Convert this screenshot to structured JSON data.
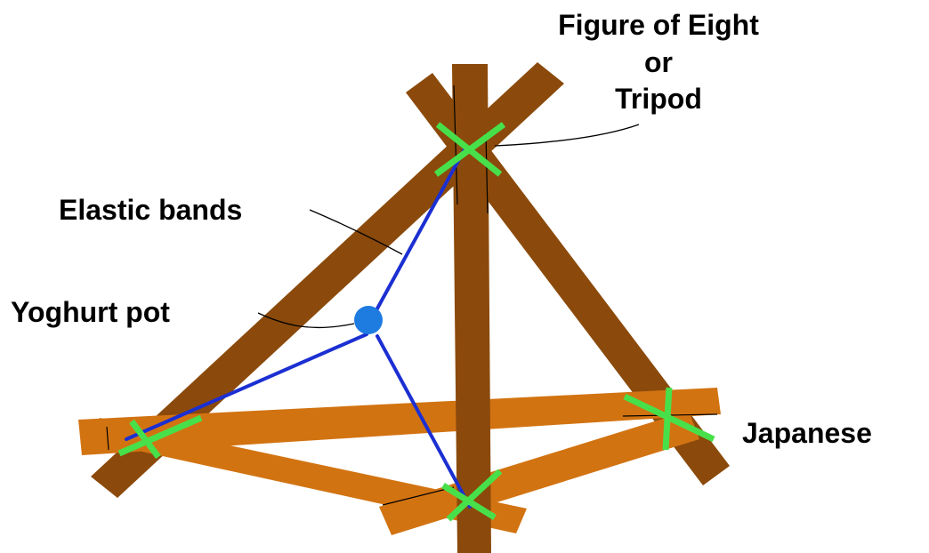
{
  "labels": {
    "figure_of_eight_line1": "Figure of Eight",
    "figure_of_eight_line2": "or",
    "figure_of_eight_line3": "Tripod",
    "elastic_bands": "Elastic bands",
    "yoghurt_pot": "Yoghurt pot",
    "japanese": "Japanese"
  },
  "colors": {
    "background": "#ffffff",
    "pole_dark_brown": "#8B4A0B",
    "pole_light_brown": "#D27311",
    "lashing_green": "#48E04A",
    "elastic_band_blue": "#1B2FD2",
    "yoghurt_pot_blue": "#1E7BE0",
    "leader_line": "#000000"
  }
}
